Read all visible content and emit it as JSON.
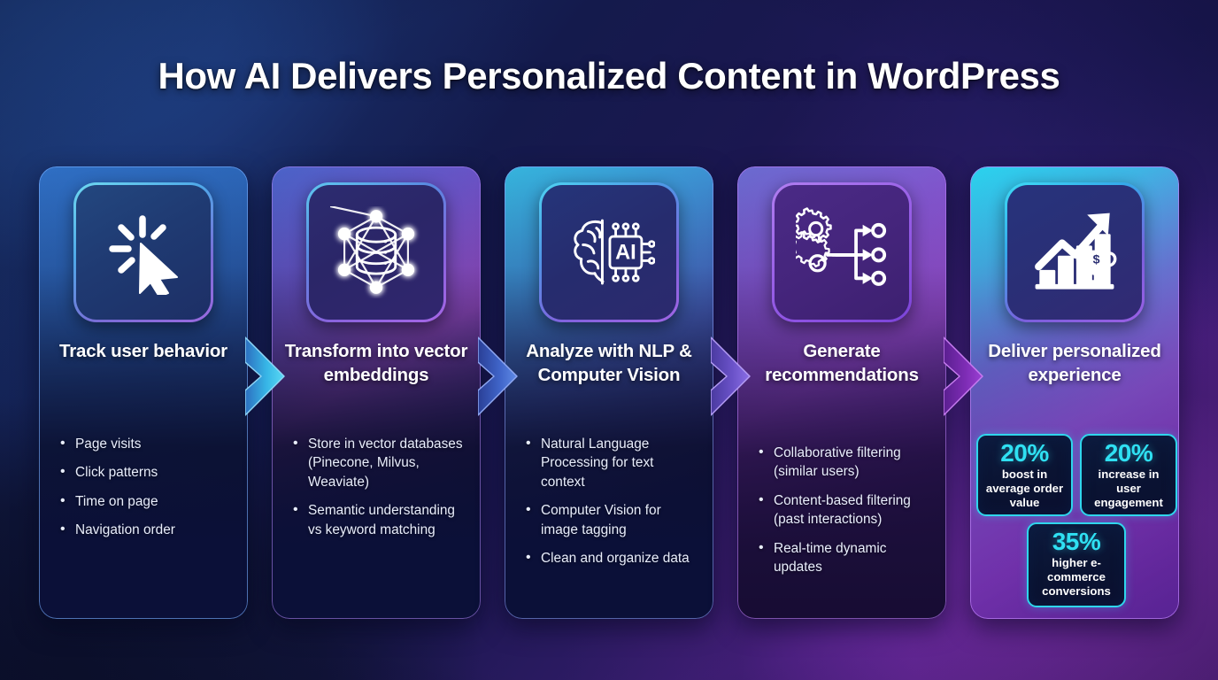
{
  "title": "How AI Delivers Personalized Content in WordPress",
  "colors": {
    "accent_cyan": "#2fe0f2",
    "accent_purple": "#a855f7",
    "text_white": "#ffffff",
    "bg_navy": "#1c3a77",
    "bg_purple": "#6b2899"
  },
  "steps": [
    {
      "icon": "cursor-click-icon",
      "title": "Track user behavior",
      "bullets": [
        "Page visits",
        "Click patterns",
        "Time on page",
        "Navigation order"
      ]
    },
    {
      "icon": "vector-database-network-icon",
      "title": "Transform into vector embeddings",
      "bullets": [
        "Store in vector databases (Pinecone, Milvus, Weaviate)",
        "Semantic understanding vs keyword matching"
      ]
    },
    {
      "icon": "brain-ai-chip-icon",
      "title": "Analyze with NLP & Computer Vision",
      "bullets": [
        "Natural Language Processing for text context",
        "Computer Vision for image tagging",
        "Clean and organize data"
      ]
    },
    {
      "icon": "gears-branching-arrows-icon",
      "title": "Generate recommendations",
      "bullets": [
        "Collaborative filtering (similar users)",
        "Content-based filtering (past interactions)",
        "Real-time dynamic updates"
      ]
    },
    {
      "icon": "growth-chart-trophy-icon",
      "title": "Deliver personalized experience",
      "bullets": [],
      "stats": [
        {
          "value": "20%",
          "label": "boost in average order value"
        },
        {
          "value": "20%",
          "label": "increase in user engagement"
        },
        {
          "value": "35%",
          "label": "higher e-commerce conversions"
        }
      ]
    }
  ],
  "arrows": [
    {
      "name": "arrow-step1-to-step2"
    },
    {
      "name": "arrow-step2-to-step3"
    },
    {
      "name": "arrow-step3-to-step4"
    },
    {
      "name": "arrow-step4-to-step5"
    }
  ]
}
